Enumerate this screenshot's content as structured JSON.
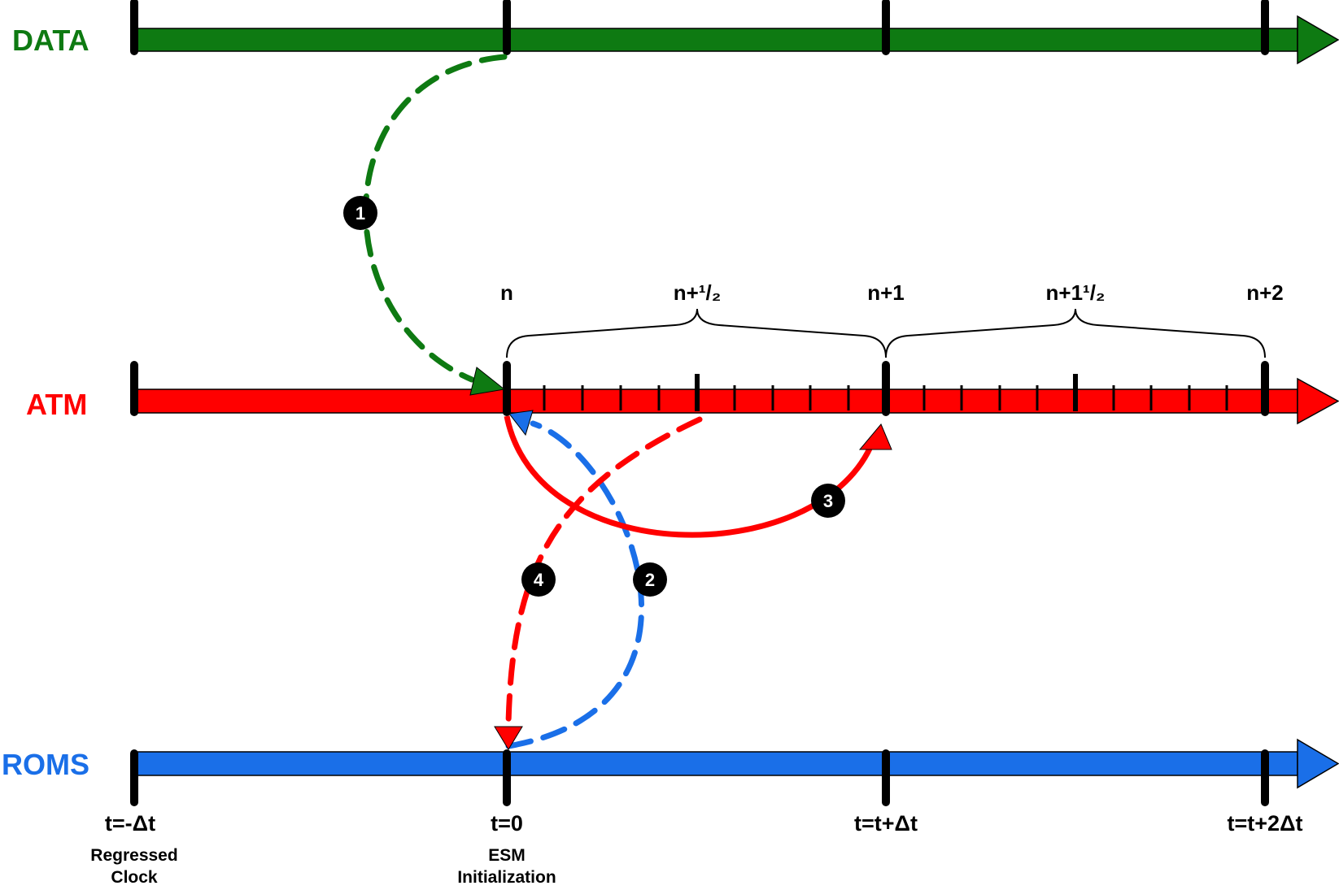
{
  "colors": {
    "data": "#0e7a12",
    "atm": "#ff0000",
    "roms": "#1a6fe8",
    "tick": "#000000",
    "badge": "#000000"
  },
  "tracks": {
    "data": {
      "label": "DATA"
    },
    "atm": {
      "label": "ATM"
    },
    "roms": {
      "label": "ROMS"
    }
  },
  "atm_steps": {
    "n": "n",
    "n_half": "n+¹/₂",
    "n1": "n+1",
    "n1_half": "n+1¹/₂",
    "n2": "n+2"
  },
  "time_labels": {
    "t_minus": "t=-Δt",
    "t_zero": "t=0",
    "t_plus": "t=t+Δt",
    "t_plus2": "t=t+2Δt"
  },
  "notes": {
    "regressed_line1": "Regressed",
    "regressed_line2": "Clock",
    "esm_line1": "ESM",
    "esm_line2": "Initialization"
  },
  "steps": {
    "s1": "1",
    "s2": "2",
    "s3": "3",
    "s4": "4"
  }
}
